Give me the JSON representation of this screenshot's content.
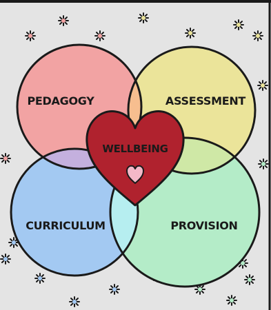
{
  "diagram": {
    "circles": [
      {
        "id": "pedagogy",
        "label": "PEDAGOGY",
        "color": "#f2a3a3"
      },
      {
        "id": "assessment",
        "label": "ASSESSMENT",
        "color": "#ebe49a"
      },
      {
        "id": "curriculum",
        "label": "CURRICULUM",
        "color": "#a3c9f2"
      },
      {
        "id": "provision",
        "label": "PROVISION",
        "color": "#b4ecc8"
      }
    ],
    "center": {
      "label": "WELLBEING",
      "color": "#b0222e",
      "small_heart_color": "#f4b8c8"
    },
    "overlap_colors": {
      "pedagogy_assessment": "#f7be8f",
      "pedagogy_curriculum": "#c4b0de",
      "assessment_provision": "#cfe8a6",
      "curriculum_provision": "#b6eef0"
    },
    "background_color": "#e4e4e4",
    "outline_color": "#1a1a1a"
  }
}
